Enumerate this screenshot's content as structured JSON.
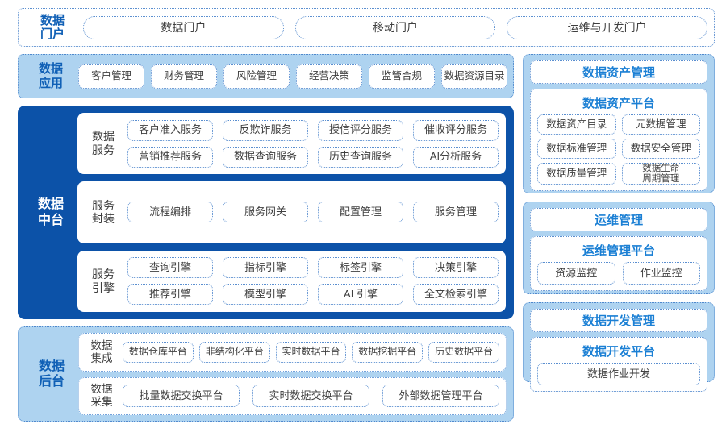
{
  "portal": {
    "title": "数据\n门户",
    "items": [
      {
        "label": "数据门户"
      },
      {
        "label": "移动门户"
      },
      {
        "label": "运维与开发门户"
      }
    ]
  },
  "application": {
    "title": "数据\n应用",
    "items": [
      {
        "label": "客户管理"
      },
      {
        "label": "财务管理"
      },
      {
        "label": "风险管理"
      },
      {
        "label": "经营决策"
      },
      {
        "label": "监管合规"
      },
      {
        "label": "数据资源目录"
      }
    ]
  },
  "middle_platform": {
    "title": "数据\n中台",
    "groups": [
      {
        "label": "数据\n服务",
        "rows": [
          [
            {
              "label": "客户准入服务"
            },
            {
              "label": "反欺诈服务"
            },
            {
              "label": "授信评分服务"
            },
            {
              "label": "催收评分服务"
            }
          ],
          [
            {
              "label": "营销推荐服务"
            },
            {
              "label": "数据查询服务"
            },
            {
              "label": "历史查询服务"
            },
            {
              "label": "AI分析服务"
            }
          ]
        ]
      },
      {
        "label": "服务\n封装",
        "rows": [
          [
            {
              "label": "流程编排"
            },
            {
              "label": "服务网关"
            },
            {
              "label": "配置管理"
            },
            {
              "label": "服务管理"
            }
          ]
        ]
      },
      {
        "label": "服务\n引擎",
        "rows": [
          [
            {
              "label": "查询引擎"
            },
            {
              "label": "指标引擎"
            },
            {
              "label": "标签引擎"
            },
            {
              "label": "决策引擎"
            }
          ],
          [
            {
              "label": "推荐引擎"
            },
            {
              "label": "模型引擎"
            },
            {
              "label": "AI 引擎"
            },
            {
              "label": "全文检索引擎"
            }
          ]
        ]
      }
    ]
  },
  "backend": {
    "title": "数据\n后台",
    "groups": [
      {
        "label": "数据\n集成",
        "items": [
          {
            "label": "数据仓库平台"
          },
          {
            "label": "非结构化平台"
          },
          {
            "label": "实时数据平台"
          },
          {
            "label": "数据挖掘平台"
          },
          {
            "label": "历史数据平台"
          }
        ]
      },
      {
        "label": "数据\n采集",
        "items": [
          {
            "label": "批量数据交换平台"
          },
          {
            "label": "实时数据交换平台"
          },
          {
            "label": "外部数据管理平台"
          }
        ]
      }
    ]
  },
  "asset_management": {
    "header": "数据资产管理",
    "platform_title": "数据资产平台",
    "items": [
      {
        "label": "数据资产目录"
      },
      {
        "label": "元数据管理"
      },
      {
        "label": "数据标准管理"
      },
      {
        "label": "数据安全管理"
      },
      {
        "label": "数据质量管理"
      },
      {
        "label": "数据生命\n周期管理"
      }
    ]
  },
  "ops_management": {
    "header": "运维管理",
    "platform_title": "运维管理平台",
    "items": [
      {
        "label": "资源监控"
      },
      {
        "label": "作业监控"
      }
    ]
  },
  "dev_management": {
    "header": "数据开发管理",
    "platform_title": "数据开发平台",
    "items": [
      {
        "label": "数据作业开发"
      }
    ]
  },
  "colors": {
    "deep_blue": "#0c52a8",
    "light_blue": "#aed3f0",
    "accent_blue": "#1a7fd4",
    "title_blue": "#1060b6",
    "border_blue": "#5b8fd0",
    "white": "#ffffff"
  }
}
